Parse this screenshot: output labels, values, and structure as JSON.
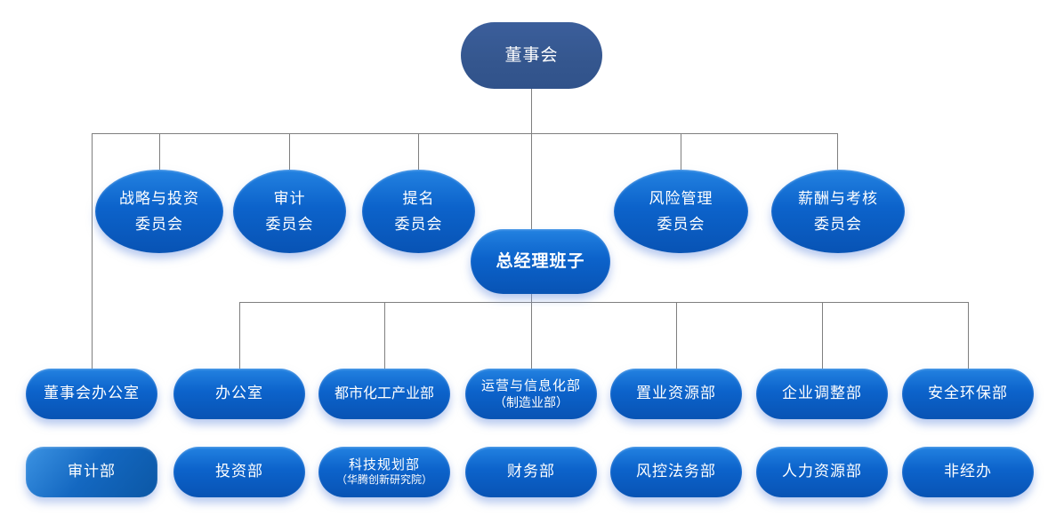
{
  "diagram": {
    "type": "org-chart",
    "colors": {
      "board_fill": "#35578F",
      "node_fill_top": "#2382E1",
      "node_fill_bottom": "#0853B4",
      "audit_fill_top": "#3C93E3",
      "audit_fill_bottom": "#0B57A5",
      "connector": "#7F7F7F",
      "text": "#FFFFFF"
    },
    "nodes": {
      "board": {
        "label": "董事会"
      },
      "gm": {
        "label": "总经理班子"
      },
      "committees": [
        {
          "line1": "战略与投资",
          "line2": "委员会"
        },
        {
          "line1": "审计",
          "line2": "委员会"
        },
        {
          "line1": "提名",
          "line2": "委员会"
        },
        {
          "line1": "风险管理",
          "line2": "委员会"
        },
        {
          "line1": "薪酬与考核",
          "line2": "委员会"
        }
      ],
      "row3": [
        {
          "line1": "董事会办公室"
        },
        {
          "line1": "办公室"
        },
        {
          "line1": "都市化工产业部"
        },
        {
          "line1": "运营与信息化部",
          "line2": "（制造业部）"
        },
        {
          "line1": "置业资源部"
        },
        {
          "line1": "企业调整部"
        },
        {
          "line1": "安全环保部"
        }
      ],
      "row4": [
        {
          "line1": "审计部"
        },
        {
          "line1": "投资部"
        },
        {
          "line1": "科技规划部",
          "line2": "（华腾创新研究院）"
        },
        {
          "line1": "财务部"
        },
        {
          "line1": "风控法务部"
        },
        {
          "line1": "人力资源部"
        },
        {
          "line1": "非经办"
        }
      ]
    }
  }
}
